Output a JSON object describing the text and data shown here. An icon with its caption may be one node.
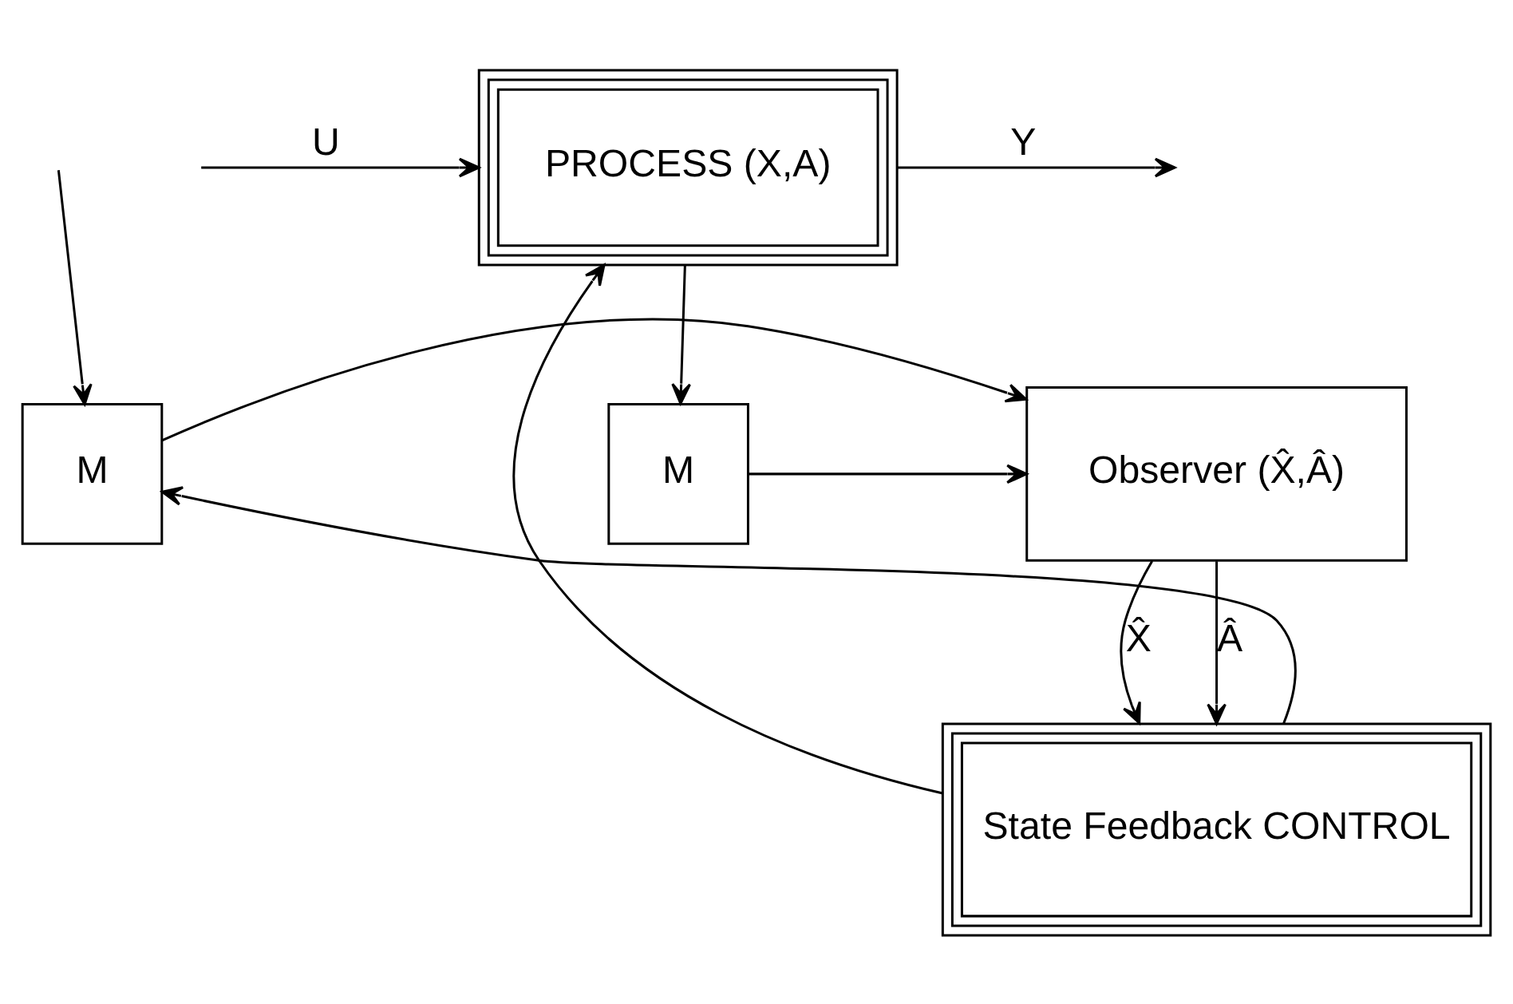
{
  "diagram": {
    "nodes": [
      {
        "text": [
          "PROCESS (X,A)"
        ]
      },
      {
        "text": [
          "M"
        ]
      },
      {
        "text": [
          "Observer (X̂,Â)"
        ]
      },
      {
        "text": [
          "M"
        ]
      },
      {
        "text": [
          "State Feedback CONTROL"
        ]
      }
    ],
    "edges": [
      {
        "from": null,
        "to": 0,
        "arrow": "to",
        "label": "U"
      },
      {
        "from": 4,
        "to": 0,
        "arrow": "to"
      },
      {
        "from": null,
        "to": 1,
        "arrow": "to"
      },
      {
        "from": 4,
        "to": 1,
        "arrow": "to"
      },
      {
        "from": 0,
        "to": null,
        "arrow": "to",
        "label": "Y"
      },
      {
        "from": 0,
        "to": 3,
        "arrow": "to"
      },
      {
        "from": 1,
        "to": 2,
        "arrow": "to"
      },
      {
        "from": 3,
        "to": 2,
        "arrow": "to"
      },
      {
        "from": 2,
        "to": 4,
        "arrow": "to",
        "label": "X̂"
      },
      {
        "from": 2,
        "to": 4,
        "arrow": "to",
        "label": "Â"
      }
    ]
  }
}
